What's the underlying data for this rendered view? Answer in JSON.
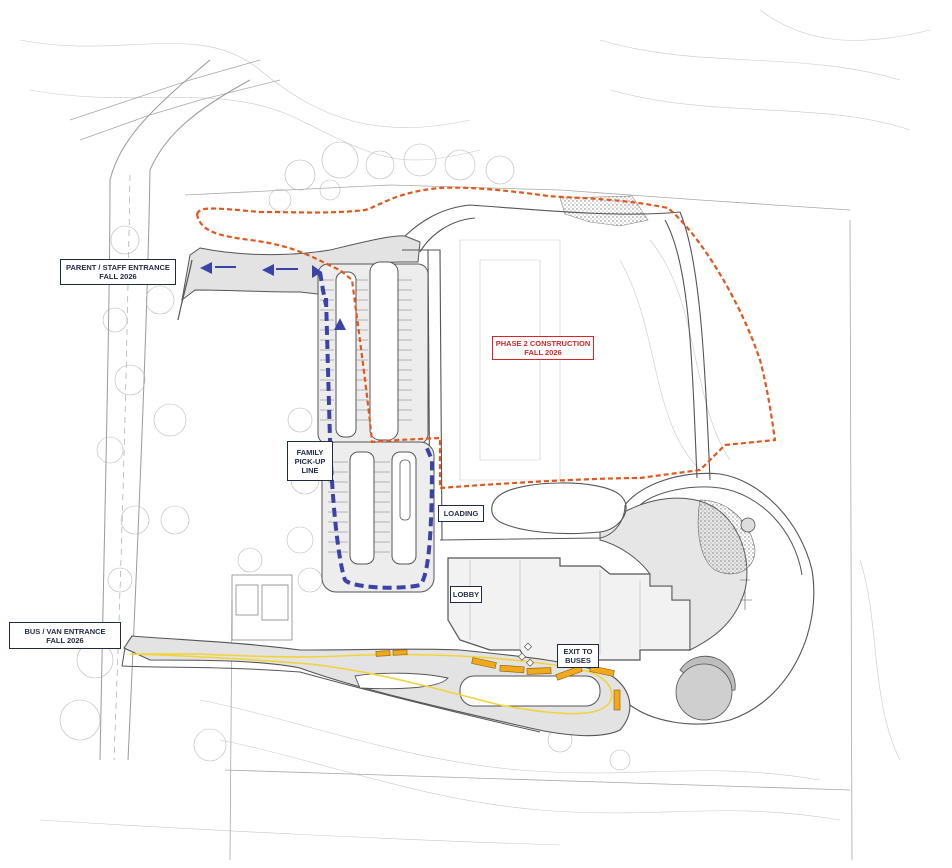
{
  "labels": {
    "parent_entrance": {
      "line1": "PARENT / STAFF ENTRANCE",
      "line2": "FALL 2026"
    },
    "bus_entrance": {
      "line1": "BUS / VAN ENTRANCE",
      "line2": "FALL 2026"
    },
    "phase2": {
      "line1": "PHASE 2 CONSTRUCTION",
      "line2": "FALL 2026"
    },
    "family_pickup": {
      "line1": "FAMILY",
      "line2": "PICK-UP",
      "line3": "LINE"
    },
    "loading": "LOADING",
    "lobby": "LOBBY",
    "exit_buses": {
      "line1": "EXIT TO",
      "line2": "BUSES"
    }
  },
  "colors": {
    "phase2_boundary": "#e2571e",
    "pickup_line": "#3a44a8",
    "bus_route": "#f2d33a",
    "buses": "#f0a81c",
    "label_border": "#1f2a44",
    "phase2_label": "#d6262b",
    "pavement": "#e6e6e6",
    "linework": "#9a9a9a"
  }
}
